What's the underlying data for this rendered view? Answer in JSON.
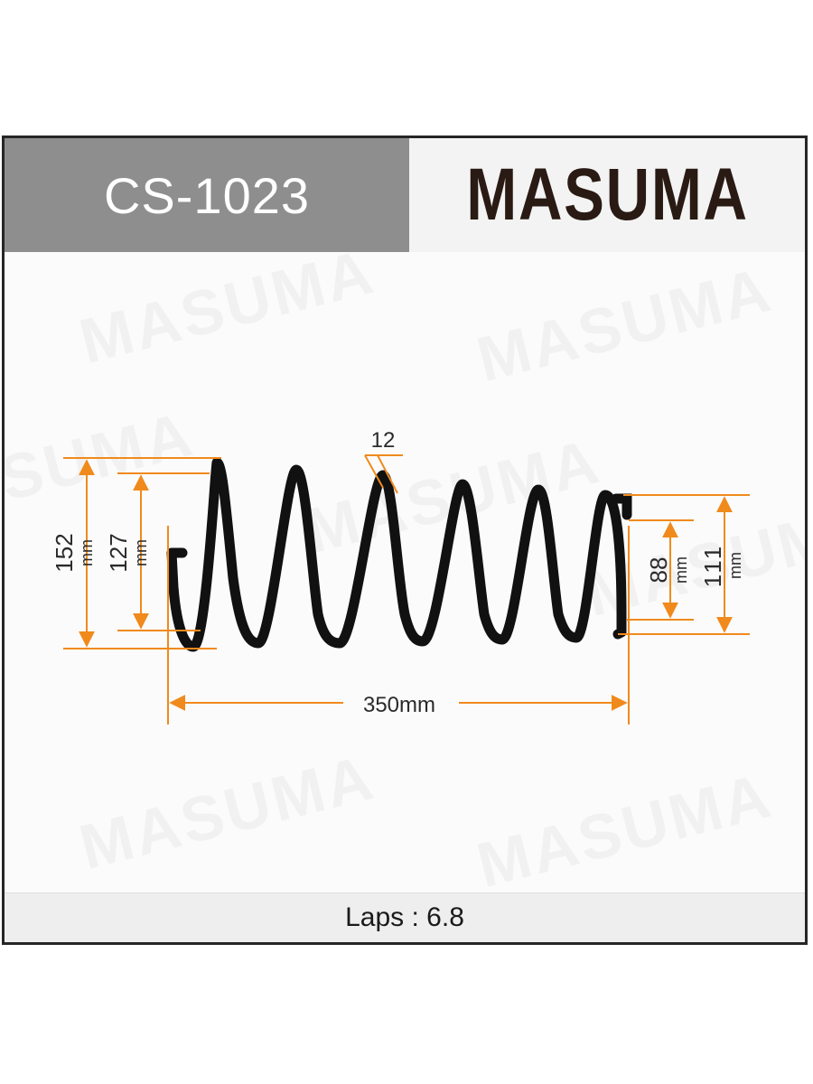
{
  "header": {
    "part_code": "CS-1023",
    "brand": "MASUMA"
  },
  "watermark": {
    "text": "MASUMA"
  },
  "dimensions": {
    "outer_height_left": {
      "value": "152",
      "unit": "mm"
    },
    "inner_height_left": {
      "value": "127",
      "unit": "mm"
    },
    "wire_diameter": {
      "value": "12"
    },
    "inner_height_right": {
      "value": "88",
      "unit": "mm"
    },
    "outer_height_right": {
      "value": "111",
      "unit": "mm"
    },
    "free_length": {
      "value": "350mm"
    }
  },
  "footer": {
    "laps": "Laps : 6.8"
  },
  "colors": {
    "dimension_line": "#f08a1c",
    "spring": "#111111",
    "header_code_bg": "#8e8e8e"
  }
}
